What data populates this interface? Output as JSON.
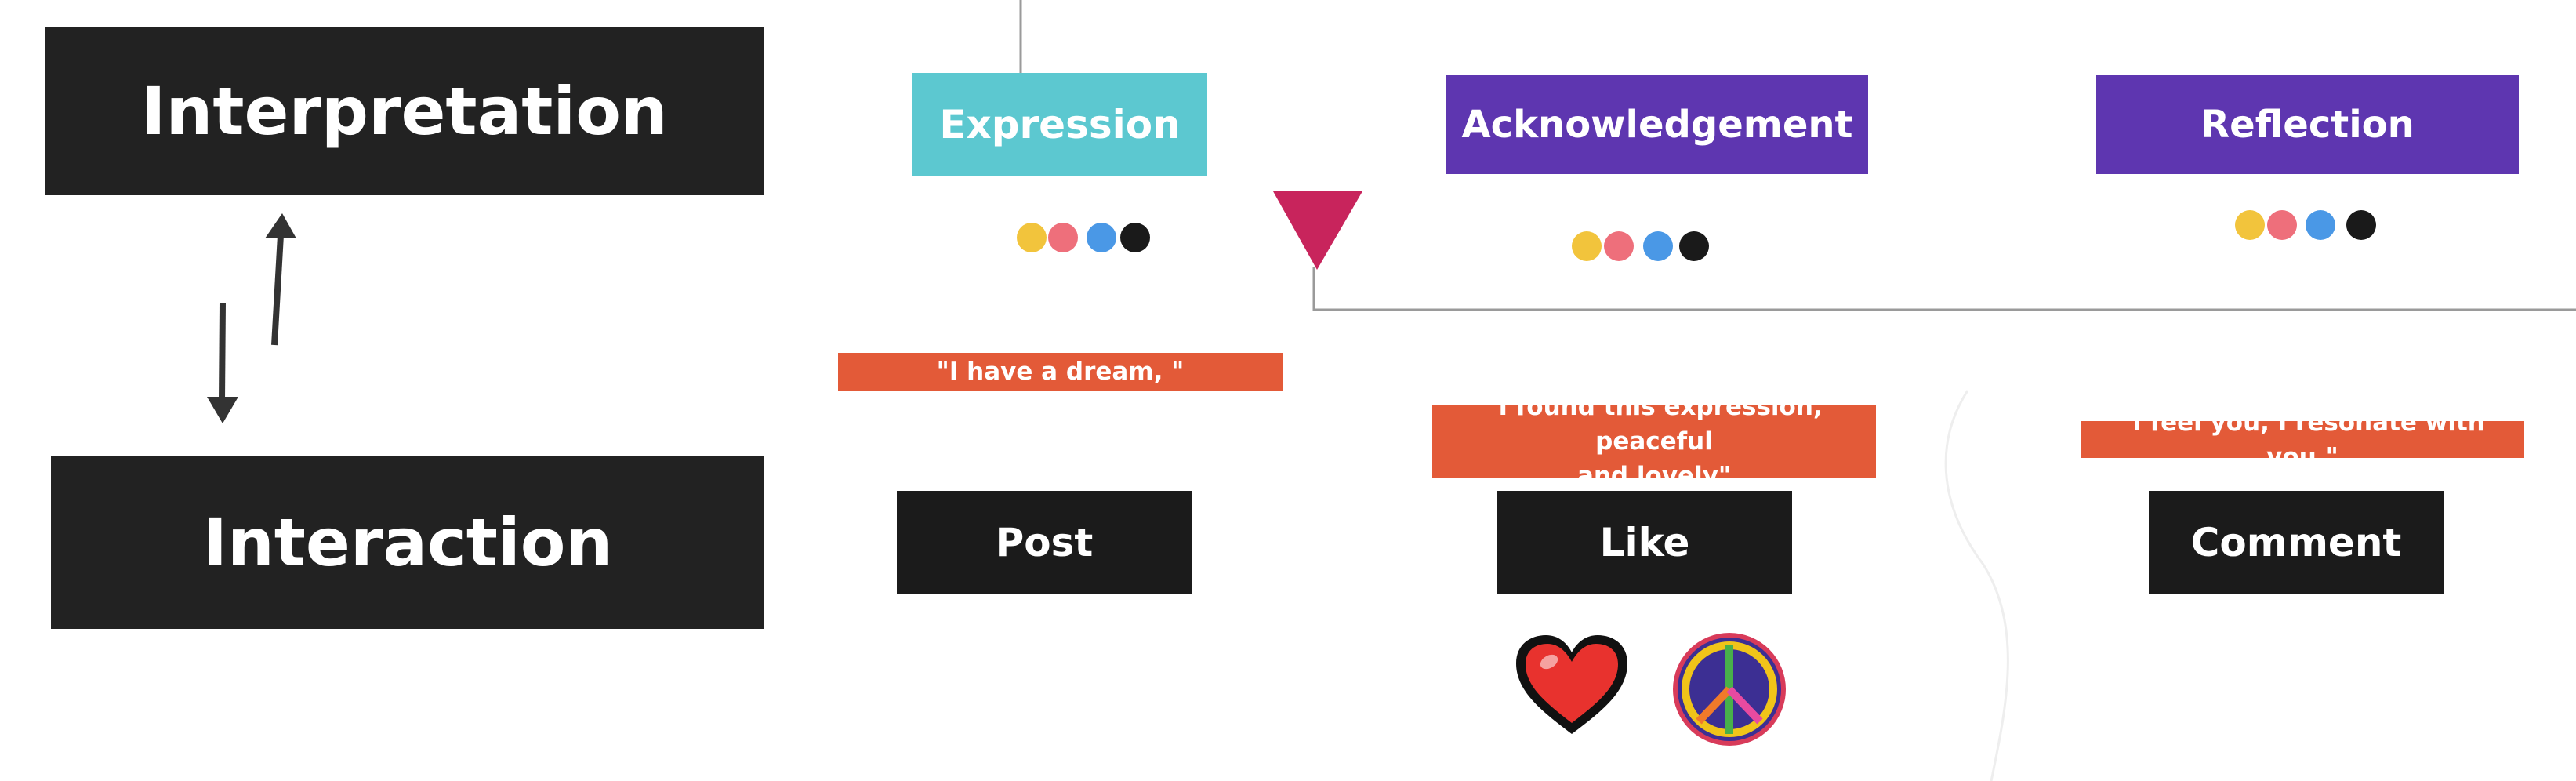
{
  "colors": {
    "dark": "#222222",
    "black": "#1b1b1b",
    "teal": "#5cc8d0",
    "purple": "#5e36b0",
    "quote": "#e35a38",
    "magenta": "#c8245c",
    "dot_yellow": "#f2c43c",
    "dot_pink": "#ee6f7b",
    "dot_blue": "#4a98e6",
    "dot_black": "#1a1a1a"
  },
  "left": {
    "interpretation": "Interpretation",
    "interaction": "Interaction"
  },
  "stages": {
    "expression": "Expression",
    "acknowledgement": "Acknowledgement",
    "reflection": "Reflection"
  },
  "quotes": {
    "dream": "\"I have a dream, \"",
    "found_line1": "\"I found this expression, peaceful",
    "found_line2": "and lovely\"",
    "feel": "\"I feel you, I resonate with you.\""
  },
  "actions": {
    "post": "Post",
    "like": "Like",
    "comment": "Comment"
  },
  "icons": [
    "heart-icon",
    "peace-sign-icon",
    "triangle-marker-icon",
    "arrow-up-icon",
    "arrow-down-icon"
  ]
}
